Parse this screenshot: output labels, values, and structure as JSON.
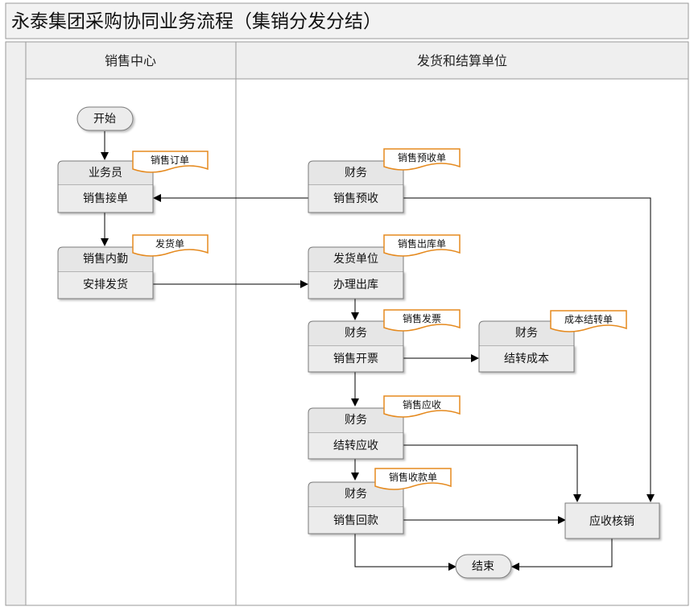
{
  "title": "永泰集团采购协同业务流程（集销分发分结）",
  "lanes": [
    {
      "label": "销售中心"
    },
    {
      "label": "发货和结算单位"
    }
  ],
  "terminals": {
    "start": "开始",
    "end": "结束"
  },
  "processes": {
    "p1": {
      "role": "业务员",
      "action": "销售接单",
      "doc": "销售订单"
    },
    "p2": {
      "role": "销售内勤",
      "action": "安排发货",
      "doc": "发货单"
    },
    "p3": {
      "role": "财务",
      "action": "销售预收",
      "doc": "销售预收单"
    },
    "p4": {
      "role": "发货单位",
      "action": "办理出库",
      "doc": "销售出库单"
    },
    "p5": {
      "role": "财务",
      "action": "销售开票",
      "doc": "销售发票"
    },
    "p6": {
      "role": "财务",
      "action": "结转成本",
      "doc": "成本结转单"
    },
    "p7": {
      "role": "财务",
      "action": "结转应收",
      "doc": "销售应收"
    },
    "p8": {
      "role": "财务",
      "action": "销售回款",
      "doc": "销售收款单"
    }
  },
  "boxes": {
    "settle": "应收核销"
  },
  "colors": {
    "doc_border": "#e58a1f",
    "box_fill": "#ececec",
    "lane_header": "#efefef",
    "line": "#000000"
  }
}
